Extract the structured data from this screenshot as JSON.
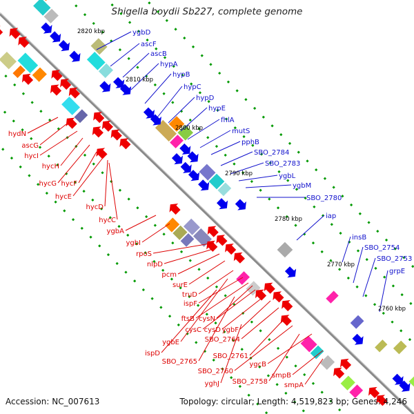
{
  "title": "Shigella boydii Sb227, complete genome",
  "footer": {
    "accession": "Accession: NC_007613",
    "summary": "Topology: circular; Length: 4,519,823 bp; Genes: 4,246"
  },
  "colors": {
    "forward_label": "#1010cc",
    "reverse_label": "#dd0000",
    "backbone": "#8a8a8a",
    "forward_arrow": "#0000ee",
    "reverse_arrow": "#ee0000",
    "tick": "#009900"
  },
  "scale_marks": [
    "2820 kbp",
    "2810 kbp",
    "2800 kbp",
    "2790 kbp",
    "2780 kbp",
    "2770 kbp",
    "2760 kbp"
  ],
  "forward_genes": [
    "ygbD",
    "ascF",
    "ascB",
    "hypA",
    "hypB",
    "hypC",
    "hypD",
    "hypE",
    "fhlA",
    "mutS",
    "pphB",
    "SBO_2784",
    "SBO_2783",
    "ygbL",
    "ygbM",
    "SBO_2780",
    "iap",
    "insB",
    "SBO_2754",
    "SBO_2753",
    "grpE"
  ],
  "reverse_genes": [
    "hydN",
    "ascG",
    "hycI",
    "hycH",
    "hycG",
    "hycF",
    "hycE",
    "hycD",
    "hycC",
    "ygbA",
    "ygbI",
    "rpoS",
    "nlpD",
    "pcm",
    "surE",
    "truD",
    "ispF",
    "ftsB",
    "cysN",
    "cysC",
    "cysD",
    "ygbF",
    "ygbE",
    "SBO_2764",
    "ispD",
    "SBO_2761",
    "SBO_2765",
    "SBO_2760",
    "ygcB",
    "yghJ",
    "SBO_2758",
    "smpB",
    "smpA"
  ]
}
